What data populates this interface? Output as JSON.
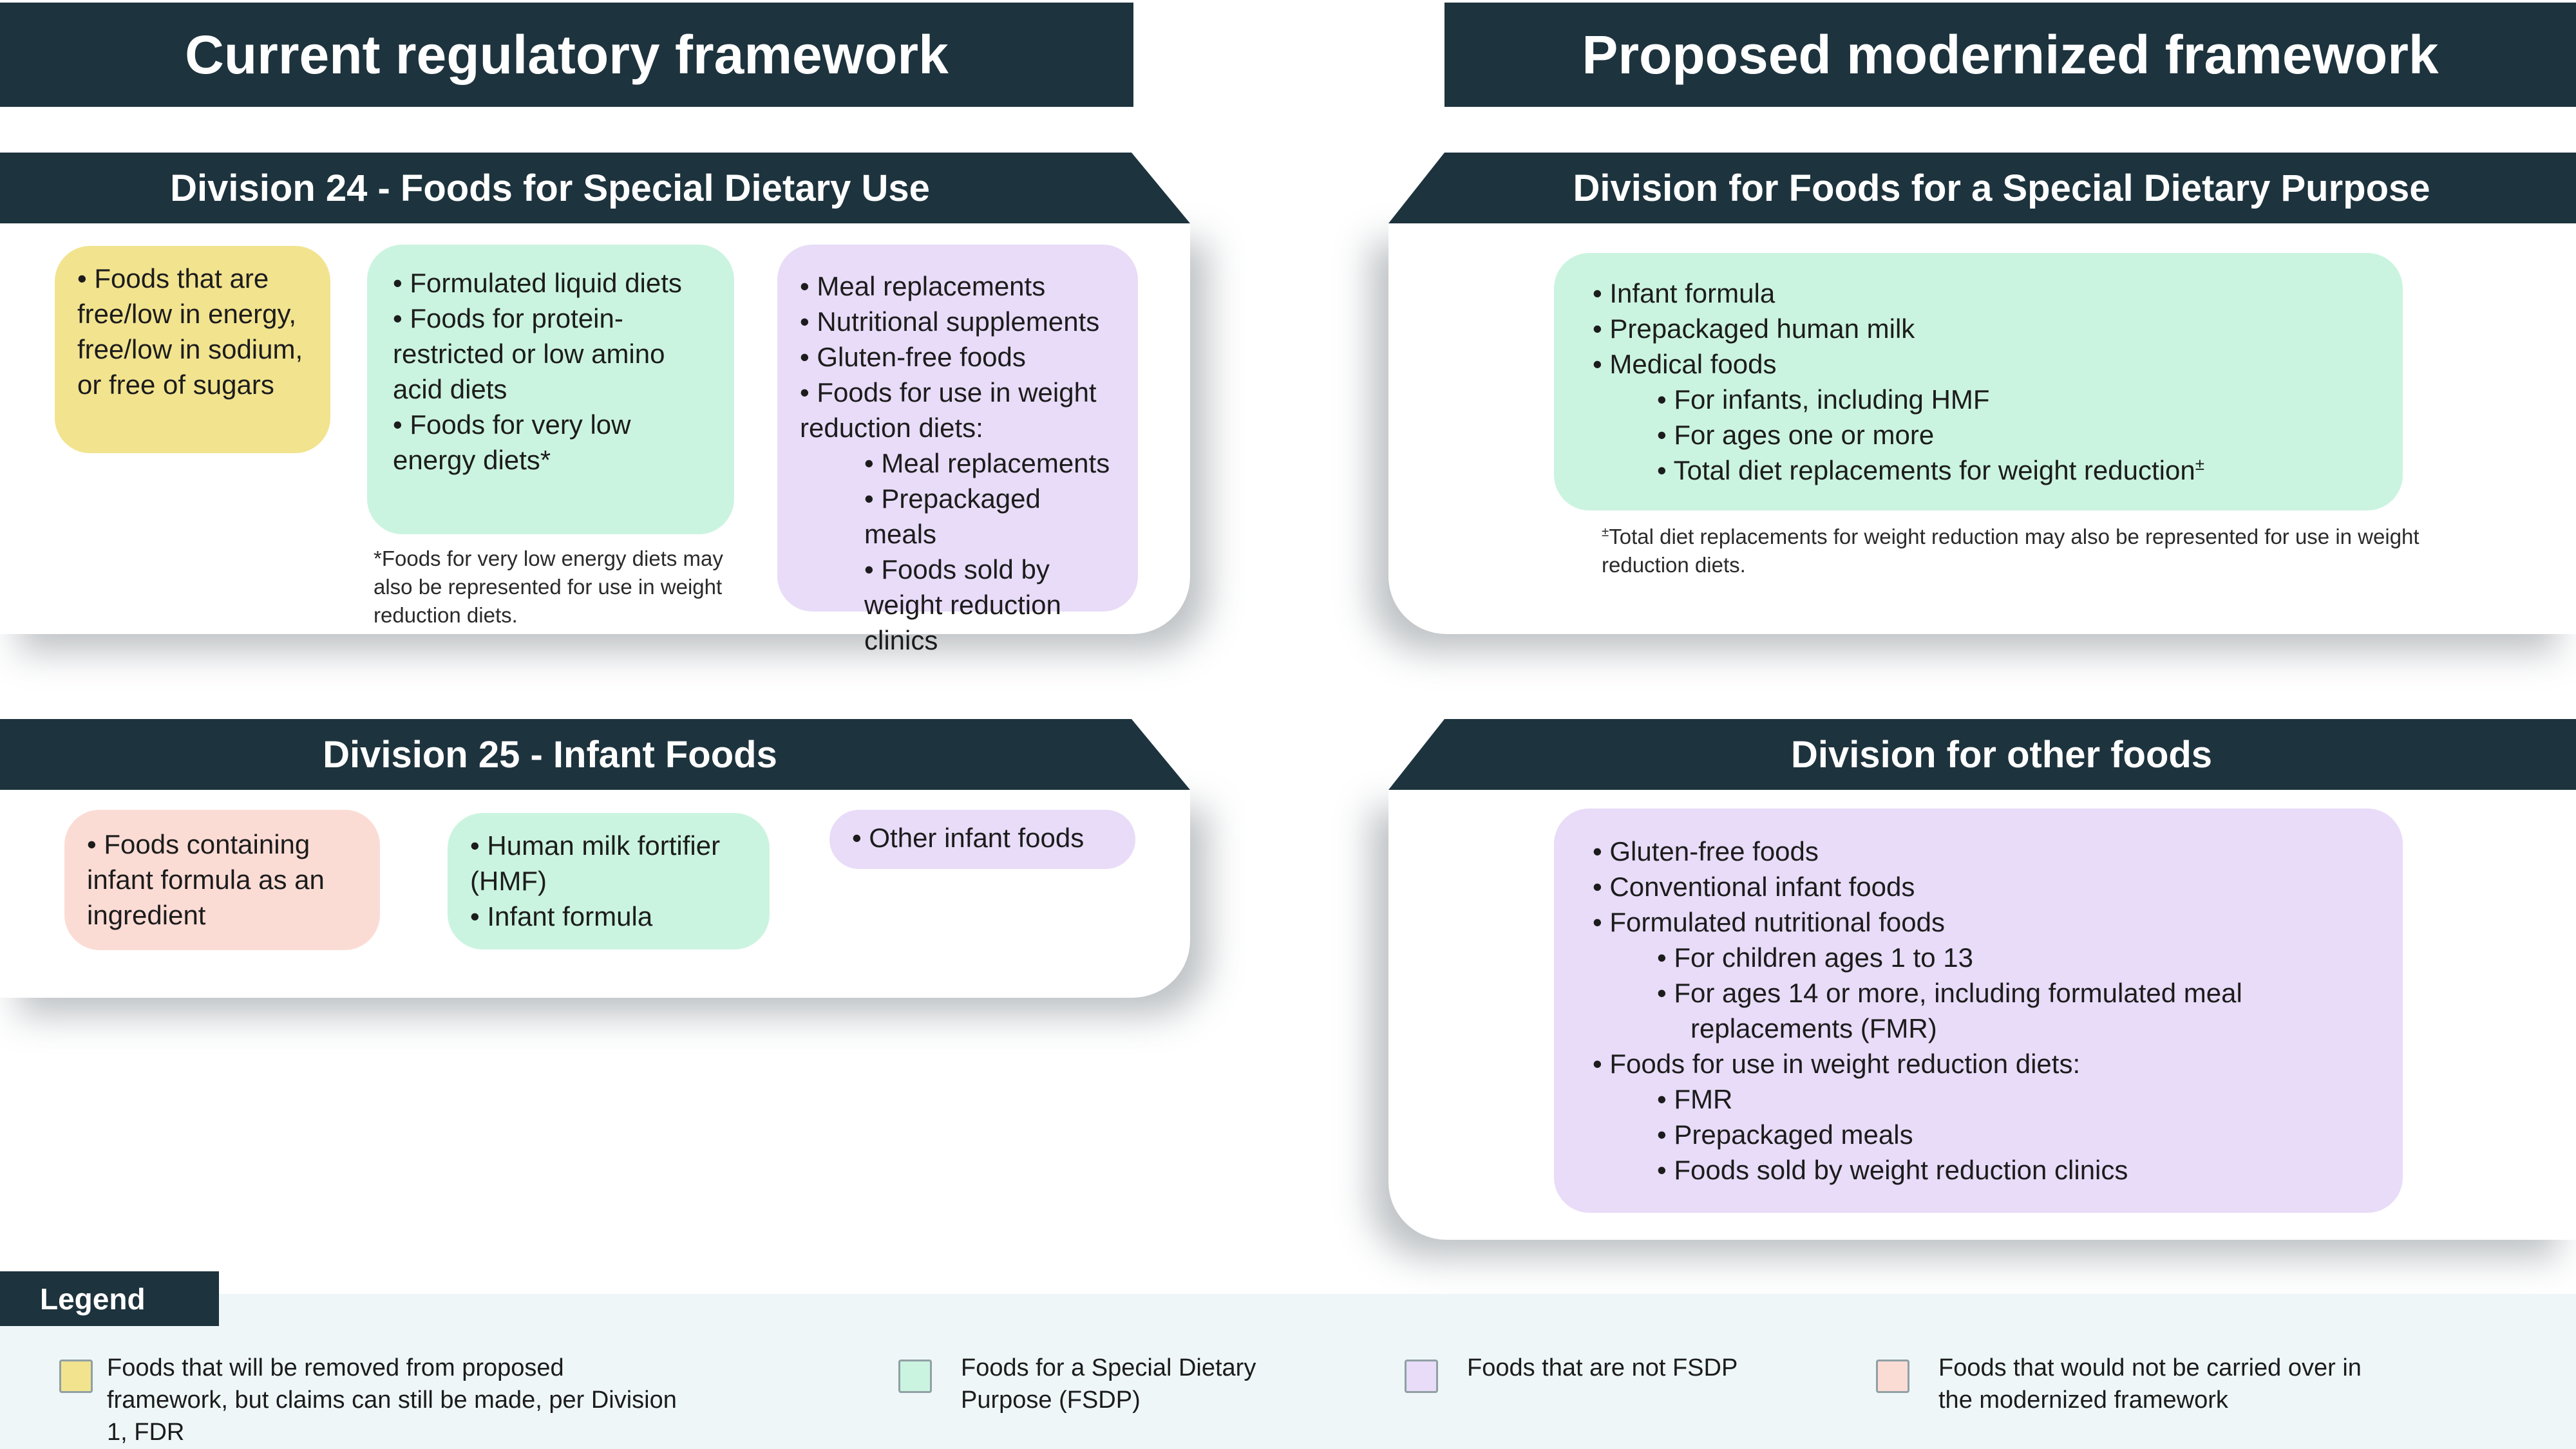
{
  "columns": {
    "left": {
      "header": "Current regulatory framework",
      "sections": [
        {
          "banner": "Division 24 - Foods for Special Dietary Use",
          "boxes": {
            "yellow": {
              "color": "#f2e38f",
              "items": [
                {
                  "t": "Foods that are free/low in energy, free/low in sodium, or free of sugars"
                }
              ]
            },
            "mint": {
              "color": "#cbf4e0",
              "items": [
                {
                  "t": "Formulated liquid diets"
                },
                {
                  "t": "Foods for protein-restricted or low amino acid diets"
                },
                {
                  "t": "Foods for very low energy diets*"
                }
              ]
            },
            "purple": {
              "color": "#e8dcf8",
              "items": [
                {
                  "t": "Meal replacements"
                },
                {
                  "t": "Nutritional supplements"
                },
                {
                  "t": "Gluten-free foods"
                },
                {
                  "t": "Foods for use in weight reduction diets:"
                },
                {
                  "t": "Meal replacements",
                  "indent": true
                },
                {
                  "t": "Prepackaged meals",
                  "indent": true
                },
                {
                  "t": "Foods sold by weight reduction clinics",
                  "indent": true
                }
              ]
            }
          },
          "footnote": {
            "text": "*Foods for very low energy diets may also be represented for use in weight reduction diets."
          }
        },
        {
          "banner": "Division 25 - Infant Foods",
          "boxes": {
            "pink": {
              "color": "#fbdcd5",
              "items": [
                {
                  "t": "Foods containing infant formula as an ingredient"
                }
              ]
            },
            "mint": {
              "color": "#cbf4e0",
              "items": [
                {
                  "t": "Human milk fortifier (HMF)"
                },
                {
                  "t": "Infant formula"
                }
              ]
            },
            "purple": {
              "color": "#e8dcf8",
              "items": [
                {
                  "t": "Other infant foods"
                }
              ]
            }
          }
        }
      ]
    },
    "right": {
      "header": "Proposed modernized framework",
      "sections": [
        {
          "banner": "Division for Foods for a Special Dietary Purpose",
          "box": {
            "color": "#cbf4e0",
            "items": [
              {
                "t": "Infant formula"
              },
              {
                "t": "Prepackaged human milk"
              },
              {
                "t": "Medical foods"
              },
              {
                "t": "For infants, including HMF",
                "indent": true
              },
              {
                "t": "For ages one or more",
                "indent": true
              },
              {
                "t": "Total diet replacements for weight reduction",
                "sup": "±",
                "indent": true
              }
            ]
          },
          "footnote": {
            "sup": "±",
            "text": "Total diet replacements for weight reduction may also be represented for use in weight reduction diets."
          }
        },
        {
          "banner": "Division for other foods",
          "box": {
            "color": "#e8dcf8",
            "items": [
              {
                "t": "Gluten-free foods"
              },
              {
                "t": "Conventional infant foods"
              },
              {
                "t": "Formulated nutritional foods"
              },
              {
                "t": "For children ages 1 to 13",
                "indent": true
              },
              {
                "t": "For ages 14 or more, including formulated meal replacements (FMR)",
                "indent": true
              },
              {
                "t": "Foods for use in weight reduction diets:"
              },
              {
                "t": "FMR",
                "indent": true
              },
              {
                "t": "Prepackaged meals",
                "indent": true
              },
              {
                "t": "Foods sold by weight reduction clinics",
                "indent": true
              }
            ]
          }
        }
      ]
    }
  },
  "legend": {
    "title": "Legend",
    "items": [
      {
        "swatch": "#f2e38f",
        "label": "Foods that will be removed from proposed framework, but claims can still be made, per Division 1, FDR"
      },
      {
        "swatch": "#cbf4e0",
        "label": "Foods for a Special Dietary Purpose (FSDP)"
      },
      {
        "swatch": "#e8dcf8",
        "label": "Foods that are not FSDP"
      },
      {
        "swatch": "#fbdcd5",
        "label": "Foods that would not be carried over in the modernized framework"
      }
    ]
  },
  "colors": {
    "navy": "#1d333d",
    "yellow": "#f2e38f",
    "mint": "#cbf4e0",
    "purple": "#e8dcf8",
    "pink": "#fbdcd5",
    "legend_band": "#eef6f8",
    "card": "#ffffff"
  }
}
